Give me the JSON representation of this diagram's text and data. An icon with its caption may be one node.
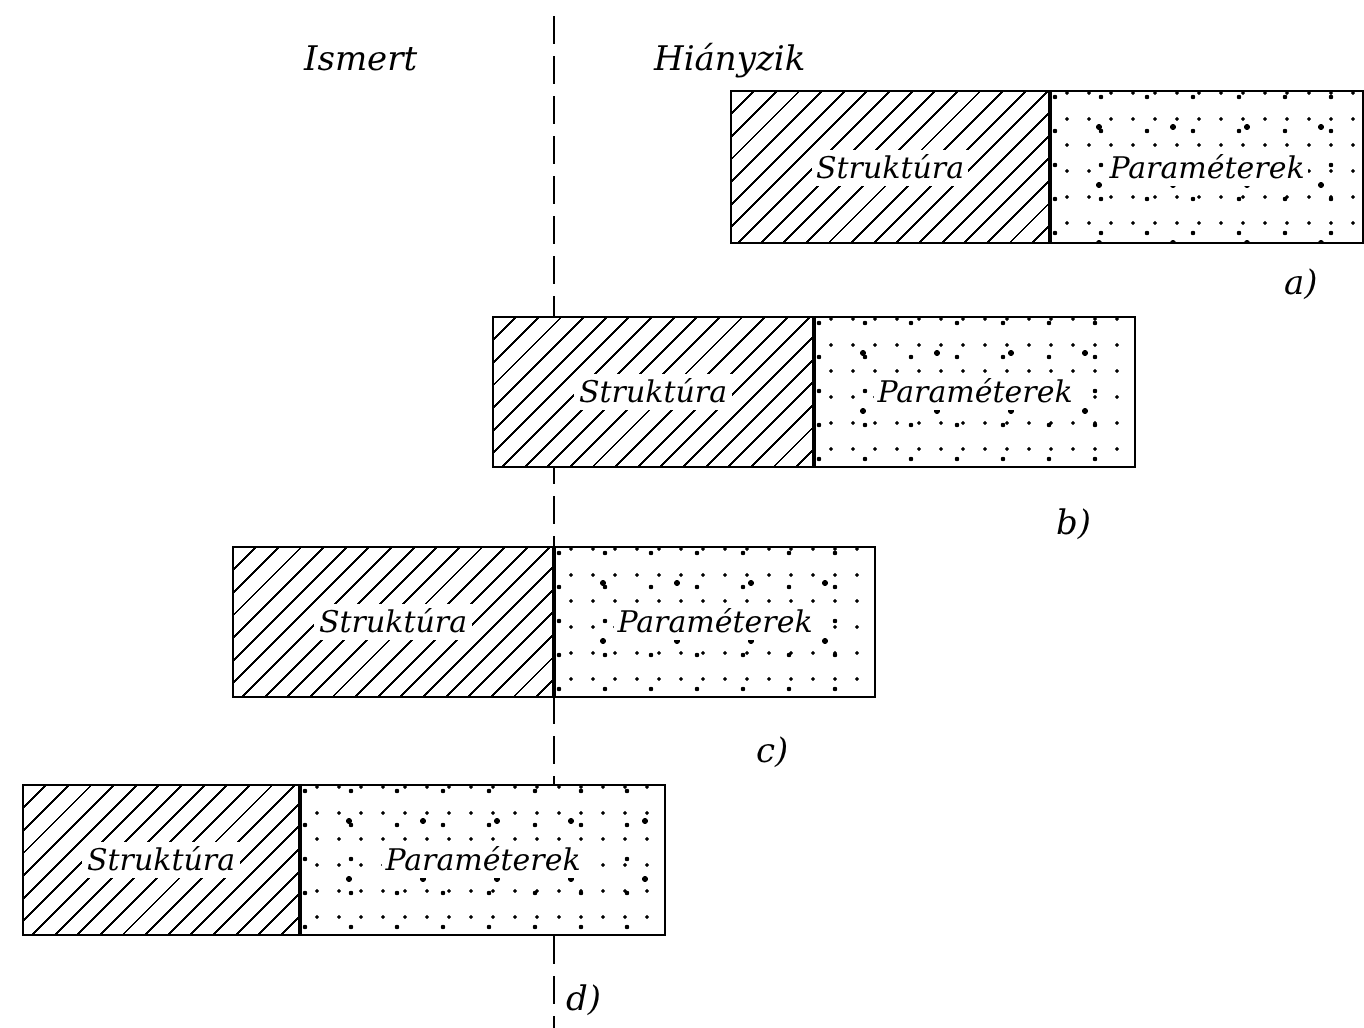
{
  "diagram": {
    "nodes": [
      {
        "text": [
          "Struktúra"
        ]
      },
      {
        "text": [
          "Paraméterek"
        ]
      },
      {
        "text": [
          "Struktúra"
        ]
      },
      {
        "text": [
          "Paraméterek"
        ]
      },
      {
        "text": [
          "Struktúra"
        ]
      },
      {
        "text": [
          "Paraméterek"
        ]
      },
      {
        "text": [
          "Struktúra"
        ]
      },
      {
        "text": [
          "Paraméterek"
        ]
      }
    ],
    "edges": [],
    "labels": [
      "Ismert",
      "Hiányzik",
      "a)",
      "b)",
      "c)",
      "d)"
    ]
  }
}
